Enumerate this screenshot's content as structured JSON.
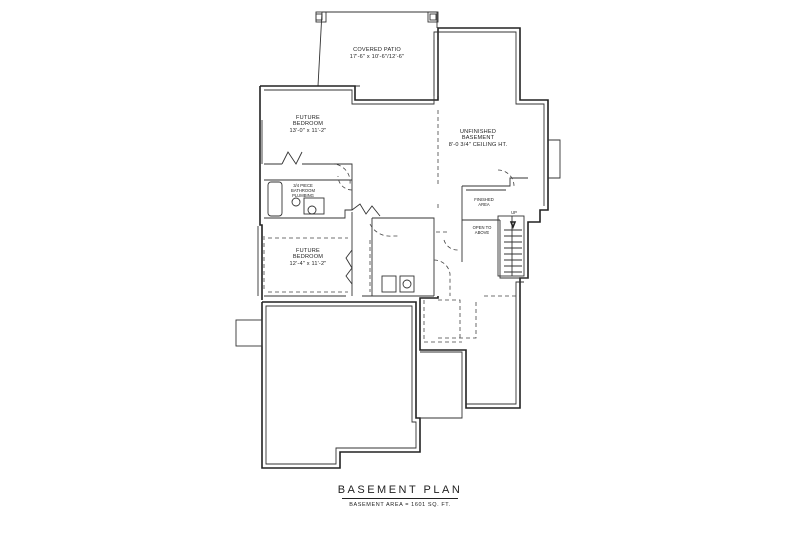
{
  "rooms": {
    "covered_patio": {
      "name": "COVERED PATIO",
      "dims": "17'-6\" x 10'-6\"/12'-6\""
    },
    "future_bedroom_1": {
      "name_line1": "FUTURE",
      "name_line2": "BEDROOM",
      "dims": "13'-0\" x 11'-2\""
    },
    "unfinished_basement": {
      "name_line1": "UNFINISHED",
      "name_line2": "BASEMENT",
      "dims": "8'-0 3/4\" CEILING HT."
    },
    "bath": {
      "line1": "3/4 PIECE",
      "line2": "BATHROOM",
      "line3": "PLUMBING"
    },
    "finished_area": {
      "line1": "FINISHED",
      "line2": "AREA"
    },
    "stair": {
      "up_label": "UP",
      "open_line1": "OPEN TO",
      "open_line2": "ABOVE"
    },
    "future_bedroom_2": {
      "name_line1": "FUTURE",
      "name_line2": "BEDROOM",
      "dims": "12'-4\" x 11'-2\""
    }
  },
  "plan": {
    "title": "BASEMENT PLAN",
    "area": "BASEMENT AREA = 1601 SQ. FT."
  }
}
